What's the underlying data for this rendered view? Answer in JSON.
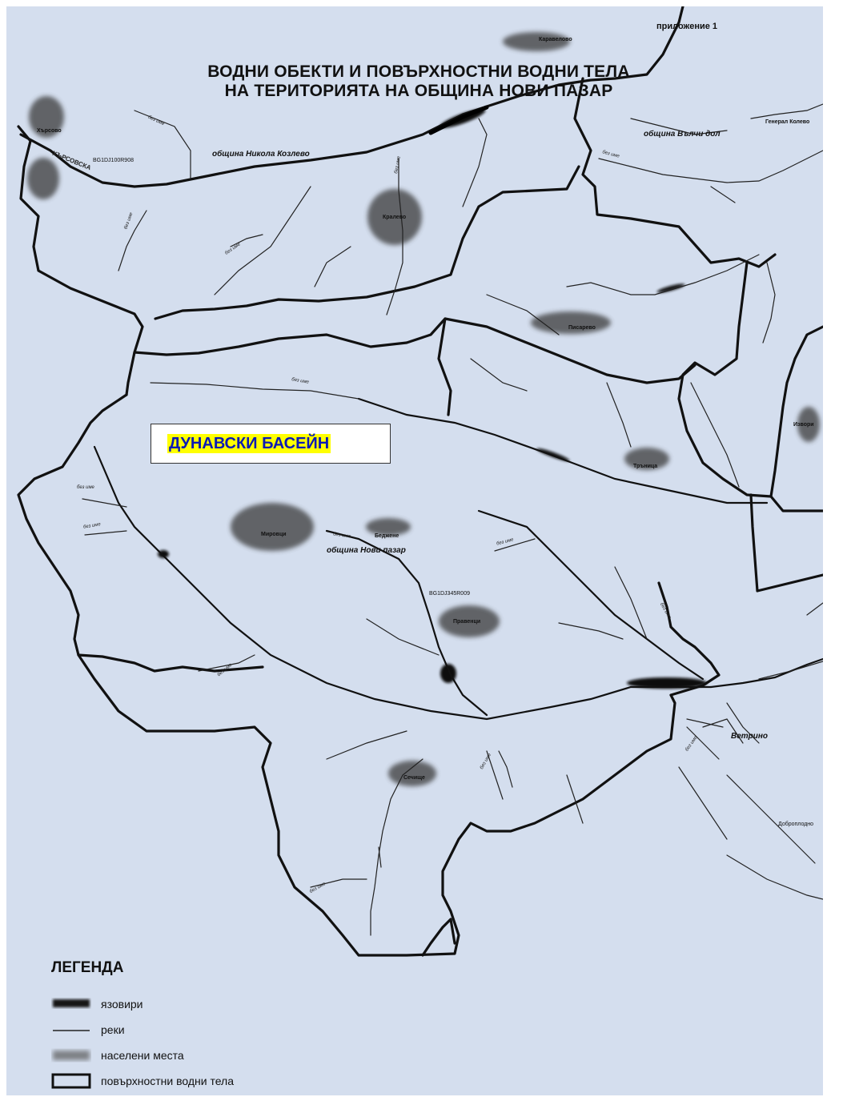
{
  "map": {
    "title_line1": "ВОДНИ ОБЕКТИ И ПОВЪРХНОСТНИ ВОДНИ ТЕЛА",
    "title_line2": "НА ТЕРИТОРИЯТА НА ОБЩИНА НОВИ ПАЗАР",
    "annex": "приложение 1",
    "basin_label": "ДУНАВСКИ БАСЕЙН",
    "municipalities": {
      "nikola_kozlevo": "община Никола Козлево",
      "valchi_dol": "община Вълчи дол",
      "novi_pazar": "община Нови пазар"
    },
    "places": {
      "karavelovo": "Каравелово",
      "hursovo": "Хърсово",
      "piskovo": "Писарево",
      "trnitsa": "Тръница",
      "izvori": "Извори",
      "mirovtsi": "Мировци",
      "barzitsa": "Беджене",
      "pravenci": "Правенци",
      "senitsa": "Сечище",
      "vetrino": "Ветрино",
      "dobroplodno": "Доброплодно",
      "general_kolevo": "Генерал Колево",
      "gorski": "Кралево"
    },
    "river_labels": {
      "hursovska": "ХЪРСОВСКА",
      "bez_ime": "без име"
    },
    "water_body_codes": {
      "north": "BG1DJ100R908",
      "central": "BG1DJ345R009"
    }
  },
  "legend": {
    "title": "ЛЕГЕНДА",
    "items": [
      {
        "key": "reservoirs",
        "label": "язовири"
      },
      {
        "key": "rivers",
        "label": "реки"
      },
      {
        "key": "settlements",
        "label": "населени места"
      },
      {
        "key": "water_bodies",
        "label": "повърхностни водни тела"
      }
    ]
  }
}
